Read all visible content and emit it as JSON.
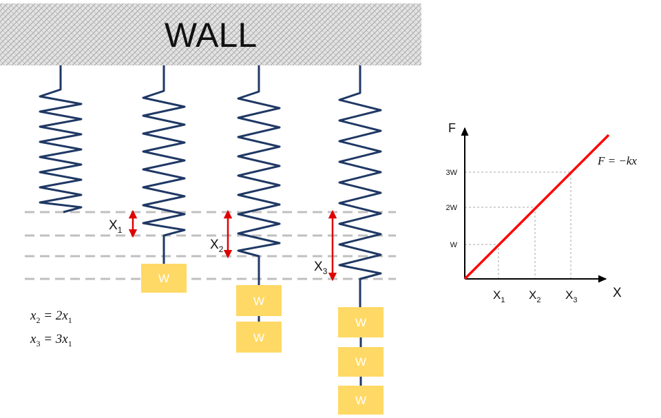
{
  "wall": {
    "label": "WALL",
    "fill_color": "#d9d9d9",
    "hatch_color": "#a6a6a6"
  },
  "colors": {
    "spring": "#1f3864",
    "weight_fill": "#ffd966",
    "arrow": "#e00000",
    "guide": "#bfbfbf",
    "graph_line": "#ff0000",
    "axis": "#000000"
  },
  "weights": {
    "label": "W"
  },
  "displacements": {
    "x1": {
      "main": "X",
      "sub": "1"
    },
    "x2": {
      "main": "X",
      "sub": "2"
    },
    "x3": {
      "main": "X",
      "sub": "3"
    }
  },
  "equations": {
    "eq1": {
      "lhs": "x",
      "lhs_sub": "2",
      "rhs": " = 2x",
      "rhs_sub": "1"
    },
    "eq2": {
      "lhs": "x",
      "lhs_sub": "3",
      "rhs": " = 3x",
      "rhs_sub": "1"
    }
  },
  "graph": {
    "y_axis_label": "F",
    "x_axis_label": "X",
    "y_ticks": [
      "W",
      "2W",
      "3W"
    ],
    "x_ticks": [
      {
        "main": "X",
        "sub": "1"
      },
      {
        "main": "X",
        "sub": "2"
      },
      {
        "main": "X",
        "sub": "3"
      }
    ],
    "line_label": "F = −kx"
  }
}
